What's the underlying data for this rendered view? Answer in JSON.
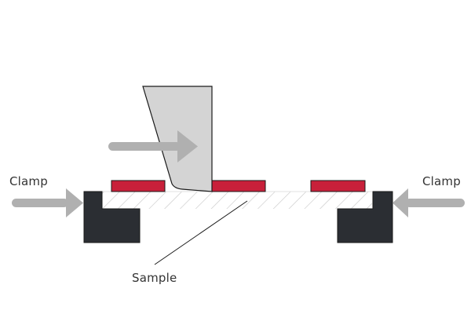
{
  "labels": {
    "clamp_left": "Clamp",
    "clamp_right": "Clamp",
    "sample": "Sample"
  },
  "colors": {
    "clamp_body": "#2b2e33",
    "contact_pad": "#c8203a",
    "tool": "#d4d4d4",
    "arrow": "#b0b0b0",
    "hatch": "#c9c9c9",
    "outline": "#1a1a1a"
  }
}
